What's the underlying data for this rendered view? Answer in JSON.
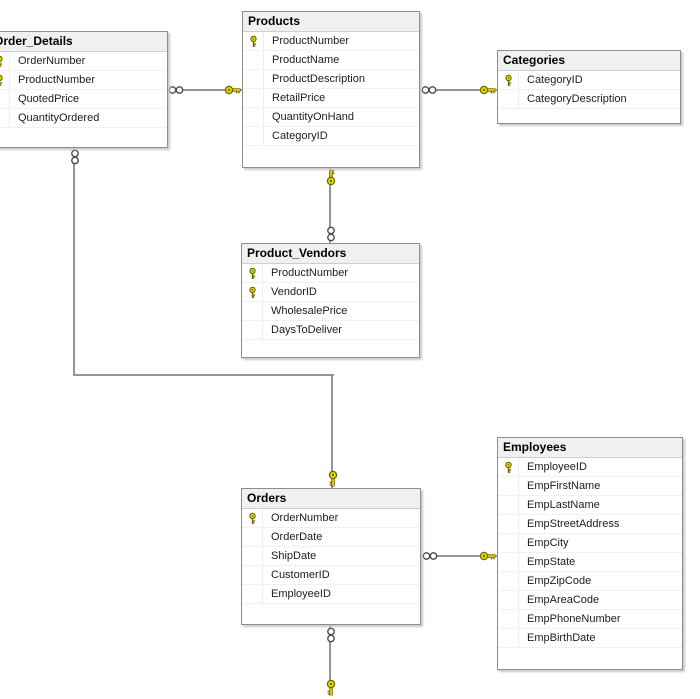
{
  "colors": {
    "canvas_bg": "#ffffff",
    "table_header_bg": "#f0f0f0",
    "table_border": "#8e8e8e",
    "table_shadow": "#c9c9c9",
    "row_divider": "#f1f1f1",
    "connector_line": "#969696",
    "key_fill": "#e8dc00",
    "key_outline": "#6e6a00",
    "infinity_outline": "#4a4a4a"
  },
  "tables": [
    {
      "id": "order_details",
      "title": "Order_Details",
      "fields": [
        {
          "name": "OrderNumber",
          "key": true
        },
        {
          "name": "ProductNumber",
          "key": true
        },
        {
          "name": "QuotedPrice",
          "key": false
        },
        {
          "name": "QuantityOrdered",
          "key": false
        }
      ]
    },
    {
      "id": "products",
      "title": "Products",
      "fields": [
        {
          "name": "ProductNumber",
          "key": true
        },
        {
          "name": "ProductName",
          "key": false
        },
        {
          "name": "ProductDescription",
          "key": false
        },
        {
          "name": "RetailPrice",
          "key": false
        },
        {
          "name": "QuantityOnHand",
          "key": false
        },
        {
          "name": "CategoryID",
          "key": false
        }
      ]
    },
    {
      "id": "categories",
      "title": "Categories",
      "fields": [
        {
          "name": "CategoryID",
          "key": true
        },
        {
          "name": "CategoryDescription",
          "key": false
        }
      ]
    },
    {
      "id": "product_vendors",
      "title": "Product_Vendors",
      "fields": [
        {
          "name": "ProductNumber",
          "key": true
        },
        {
          "name": "VendorID",
          "key": true
        },
        {
          "name": "WholesalePrice",
          "key": false
        },
        {
          "name": "DaysToDeliver",
          "key": false
        }
      ]
    },
    {
      "id": "orders",
      "title": "Orders",
      "fields": [
        {
          "name": "OrderNumber",
          "key": true
        },
        {
          "name": "OrderDate",
          "key": false
        },
        {
          "name": "ShipDate",
          "key": false
        },
        {
          "name": "CustomerID",
          "key": false
        },
        {
          "name": "EmployeeID",
          "key": false
        }
      ]
    },
    {
      "id": "employees",
      "title": "Employees",
      "fields": [
        {
          "name": "EmployeeID",
          "key": true
        },
        {
          "name": "EmpFirstName",
          "key": false
        },
        {
          "name": "EmpLastName",
          "key": false
        },
        {
          "name": "EmpStreetAddress",
          "key": false
        },
        {
          "name": "EmpCity",
          "key": false
        },
        {
          "name": "EmpState",
          "key": false
        },
        {
          "name": "EmpZipCode",
          "key": false
        },
        {
          "name": "EmpAreaCode",
          "key": false
        },
        {
          "name": "EmpPhoneNumber",
          "key": false
        },
        {
          "name": "EmpBirthDate",
          "key": false
        }
      ]
    }
  ],
  "relationships": [
    {
      "many_end": "Order_Details",
      "one_end": "Products"
    },
    {
      "many_end": "Products",
      "one_end": "Categories"
    },
    {
      "many_end": "Product_Vendors",
      "one_end": "Products"
    },
    {
      "many_end": "Order_Details",
      "one_end": "Orders"
    },
    {
      "many_end": "Orders",
      "one_end": "Employees"
    },
    {
      "many_end": "Orders",
      "one_end": ""
    }
  ]
}
